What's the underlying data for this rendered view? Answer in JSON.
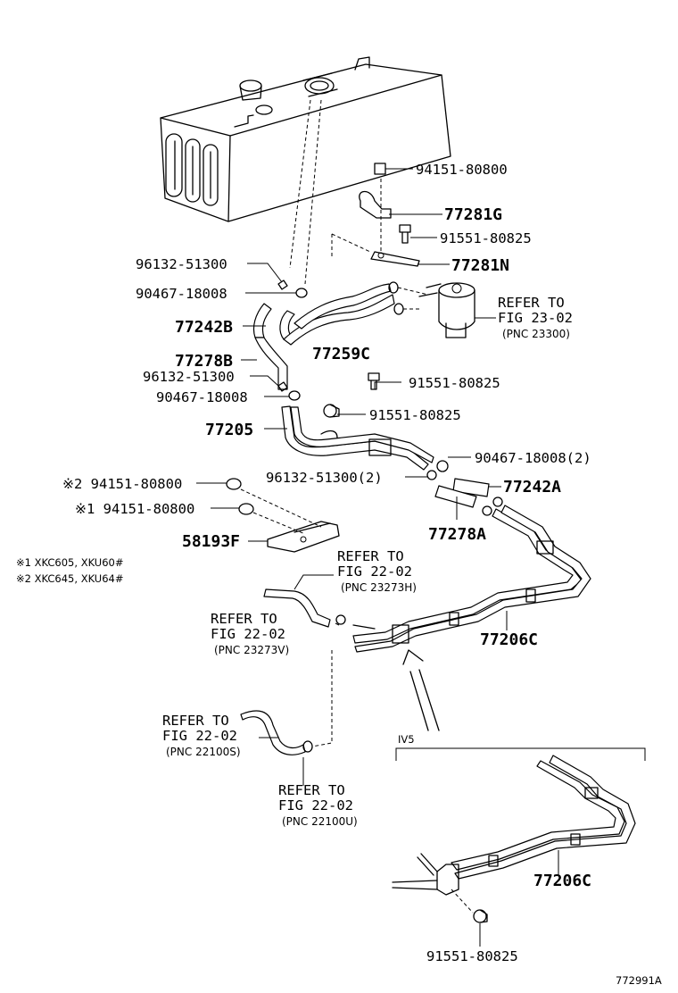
{
  "parts": {
    "p94151_80800_top": "94151-80800",
    "p77281G": "77281G",
    "p91551_80825_a": "91551-80825",
    "p77281N": "77281N",
    "p96132_51300_a": "96132-51300",
    "p90467_18008_a": "90467-18008",
    "p77242B": "77242B",
    "p77278B": "77278B",
    "p77259C": "77259C",
    "p96132_51300_b": "96132-51300",
    "p90467_18008_b": "90467-18008",
    "p91551_80825_b": "91551-80825",
    "p91551_80825_c": "91551-80825",
    "p77205": "77205",
    "p90467_18008_c": "90467-18008(2)",
    "p96132_51300_c": "96132-51300(2)",
    "p77242A": "77242A",
    "p77278A": "77278A",
    "p94151_80800_m2": "※2 94151-80800",
    "p94151_80800_m1": "※1 94151-80800",
    "p58193F": "58193F",
    "p77206C_a": "77206C",
    "p77206C_b": "77206C",
    "p91551_80825_d": "91551-80825"
  },
  "refs": {
    "r23300": [
      "REFER TO",
      "FIG 23-02",
      "(PNC 23300)"
    ],
    "r23273H": [
      "REFER TO",
      "FIG 22-02",
      "(PNC 23273H)"
    ],
    "r23273V": [
      "REFER TO",
      "FIG 22-02",
      "(PNC 23273V)"
    ],
    "r22100S": [
      "REFER TO",
      "FIG 22-02",
      "(PNC 22100S)"
    ],
    "r22100U": [
      "REFER TO",
      "FIG 22-02",
      "(PNC 22100U)"
    ]
  },
  "notes": {
    "n1": "※1 XKC605, XKU60#",
    "n2": "※2 XKC645, XKU64#"
  },
  "inset_label": "IV5",
  "figure_id": "772991A"
}
